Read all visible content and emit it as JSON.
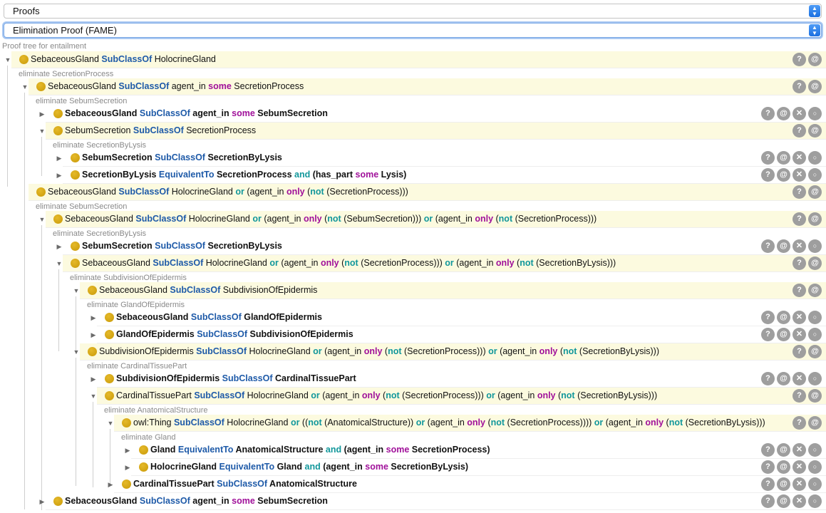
{
  "header": {
    "proofs_select": "Proofs",
    "method_select": "Elimination Proof (FAME)"
  },
  "proof_label": "Proof tree for entailment",
  "buttons": {
    "help": "?",
    "at": "@",
    "close": "✕",
    "ring": "○"
  },
  "rows": [
    {
      "label": "eliminate SecretionProcess"
    },
    {
      "label": "eliminate SebumSecretion"
    },
    {
      "label": "eliminate SecretionByLysis"
    },
    {
      "label": "eliminate SebumSecretion"
    },
    {
      "label": "eliminate SecretionByLysis"
    },
    {
      "label": "eliminate SubdivisionOfEpidermis"
    },
    {
      "label": "eliminate GlandOfEpidermis"
    },
    {
      "label": "eliminate CardinalTissuePart"
    },
    {
      "label": "eliminate AnatomicalStructure"
    },
    {
      "label": "eliminate Gland"
    }
  ],
  "axioms": {
    "a0": [
      "SebaceousGland",
      "SubClassOf",
      "HolocrineGland"
    ],
    "a1": [
      "SebaceousGland",
      "SubClassOf",
      "agent_in",
      "some",
      "SecretionProcess"
    ],
    "a2": [
      "SebaceousGland",
      "SubClassOf",
      "agent_in",
      "some",
      "SebumSecretion"
    ],
    "a3": [
      "SebumSecretion",
      "SubClassOf",
      "SecretionProcess"
    ],
    "a4": [
      "SebumSecretion",
      "SubClassOf",
      "SecretionByLysis"
    ],
    "a5": [
      "SecretionByLysis",
      "EquivalentTo",
      "SecretionProcess",
      "and",
      "(has_part",
      "some",
      "Lysis)"
    ],
    "a6": [
      "SebaceousGland",
      "SubClassOf",
      "HolocrineGland",
      "or",
      "(agent_in",
      "only",
      "(not",
      "(SecretionProcess)))"
    ],
    "a7": [
      "SebaceousGland",
      "SubClassOf",
      "HolocrineGland",
      "or",
      "(agent_in",
      "only",
      "(not",
      "(SebumSecretion)))",
      "or",
      "(agent_in",
      "only",
      "(not",
      "(SecretionProcess)))"
    ],
    "a8": [
      "SebumSecretion",
      "SubClassOf",
      "SecretionByLysis"
    ],
    "a9": [
      "SebaceousGland",
      "SubClassOf",
      "HolocrineGland",
      "or",
      "(agent_in",
      "only",
      "(not",
      "(SecretionProcess)))",
      "or",
      "(agent_in",
      "only",
      "(not",
      "(SecretionByLysis)))"
    ],
    "a10": [
      "SebaceousGland",
      "SubClassOf",
      "SubdivisionOfEpidermis"
    ],
    "a11": [
      "SebaceousGland",
      "SubClassOf",
      "GlandOfEpidermis"
    ],
    "a12": [
      "GlandOfEpidermis",
      "SubClassOf",
      "SubdivisionOfEpidermis"
    ],
    "a13": [
      "SubdivisionOfEpidermis",
      "SubClassOf",
      "HolocrineGland",
      "or",
      "(agent_in",
      "only",
      "(not",
      "(SecretionProcess)))",
      "or",
      "(agent_in",
      "only",
      "(not",
      "(SecretionByLysis)))"
    ],
    "a14": [
      "SubdivisionOfEpidermis",
      "SubClassOf",
      "CardinalTissuePart"
    ],
    "a15": [
      "CardinalTissuePart",
      "SubClassOf",
      "HolocrineGland",
      "or",
      "(agent_in",
      "only",
      "(not",
      "(SecretionProcess)))",
      "or",
      "(agent_in",
      "only",
      "(not",
      "(SecretionByLysis)))"
    ],
    "a16": [
      "owl:Thing",
      "SubClassOf",
      "HolocrineGland",
      "or",
      "((not",
      "(AnatomicalStructure))",
      "or",
      "(agent_in",
      "only",
      "(not",
      "(SecretionProcess))))",
      "or",
      "(agent_in",
      "only",
      "(not",
      "(SecretionByLysis)))"
    ],
    "a17": [
      "Gland",
      "EquivalentTo",
      "AnatomicalStructure",
      "and",
      "(agent_in",
      "some",
      "SecretionProcess)"
    ],
    "a18": [
      "HolocrineGland",
      "EquivalentTo",
      "Gland",
      "and",
      "(agent_in",
      "some",
      "SecretionByLysis)"
    ],
    "a19": [
      "CardinalTissuePart",
      "SubClassOf",
      "AnatomicalStructure"
    ],
    "a20": [
      "SebaceousGland",
      "SubClassOf",
      "agent_in",
      "some",
      "SebumSecretion"
    ]
  },
  "colors": {
    "subclassof": "#1e5aa8",
    "quantifier": "#a0109a",
    "operator": "#11979b",
    "dot": "#d4a713",
    "highlight": "#fcfadf"
  }
}
